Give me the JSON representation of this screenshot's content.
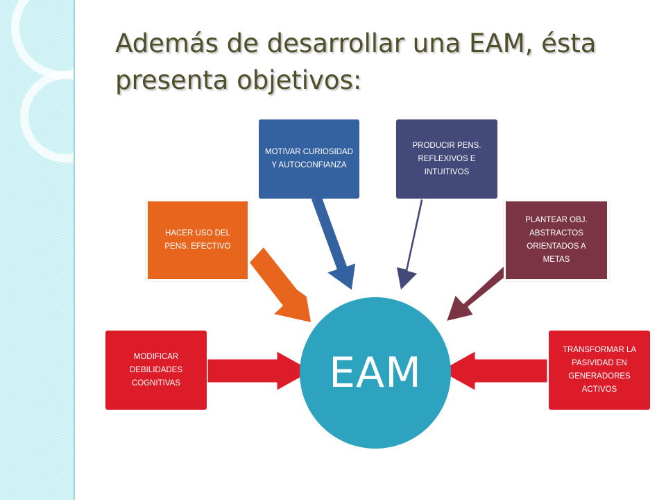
{
  "title": "Además de desarrollar una EAM, ésta presenta objetivos:",
  "center": {
    "label": "EAM",
    "color": "#2ea3bf"
  },
  "nodes": [
    {
      "id": "modificar",
      "label": "MODIFICAR DEBILIDADES COGNITIVAS",
      "color": "#dd1c2a"
    },
    {
      "id": "hacer-uso",
      "label": "HACER USO DEL PENS. EFECTIVO",
      "color": "#e8651e"
    },
    {
      "id": "motivar",
      "label": "MOTIVAR CURIOSIDAD Y AUTOCONFIANZA",
      "color": "#3462a1"
    },
    {
      "id": "producir",
      "label": "PRODUCIR PENS. REFLEXIVOS E INTUITIVOS",
      "color": "#434a7a"
    },
    {
      "id": "plantear",
      "label": "PLANTEAR OBJ. ABSTRACTOS ORIENTADOS A METAS",
      "color": "#7b3444"
    },
    {
      "id": "transformar",
      "label": "TRANSFORMAR LA PASIVIDAD EN GENERADORES ACTIVOS",
      "color": "#dd1c2a"
    }
  ]
}
